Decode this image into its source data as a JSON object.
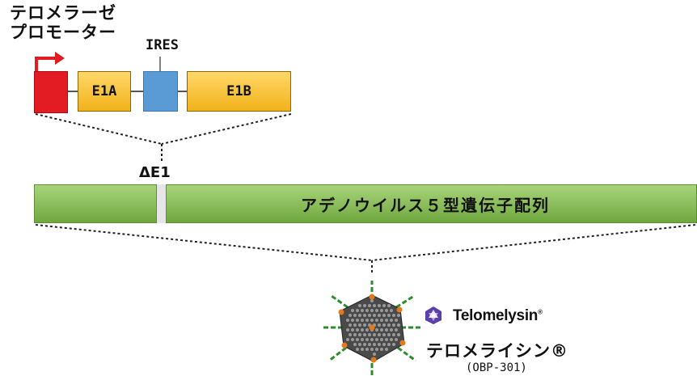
{
  "promoter": {
    "line1": "テロメラーゼ",
    "line2": "プロモーター"
  },
  "genes": {
    "e1a": "E1A",
    "ires": "IRES",
    "e1b": "E1B"
  },
  "delta": "ΔE1",
  "genome_label": "アデノウイルス５型遺伝子配列",
  "product": {
    "brand": "Telomelysin",
    "brand_mark": "®",
    "name_jp": "テロメライシン®",
    "code": "(OBP-301)"
  },
  "colors": {
    "promoter_red": "#e31b23",
    "gene_yellow": "#f2b21a",
    "ires_blue": "#5a9bd5",
    "genome_green": "#6fa83f",
    "brand_purple": "#5b3fa8",
    "virus_spike": "#2e8b2e",
    "virus_node": "#e07a1a"
  },
  "icons": {
    "logo": "telomelysin-logo-icon",
    "virus": "adenovirus-particle-icon",
    "arrow": "transcription-start-arrow-icon"
  }
}
